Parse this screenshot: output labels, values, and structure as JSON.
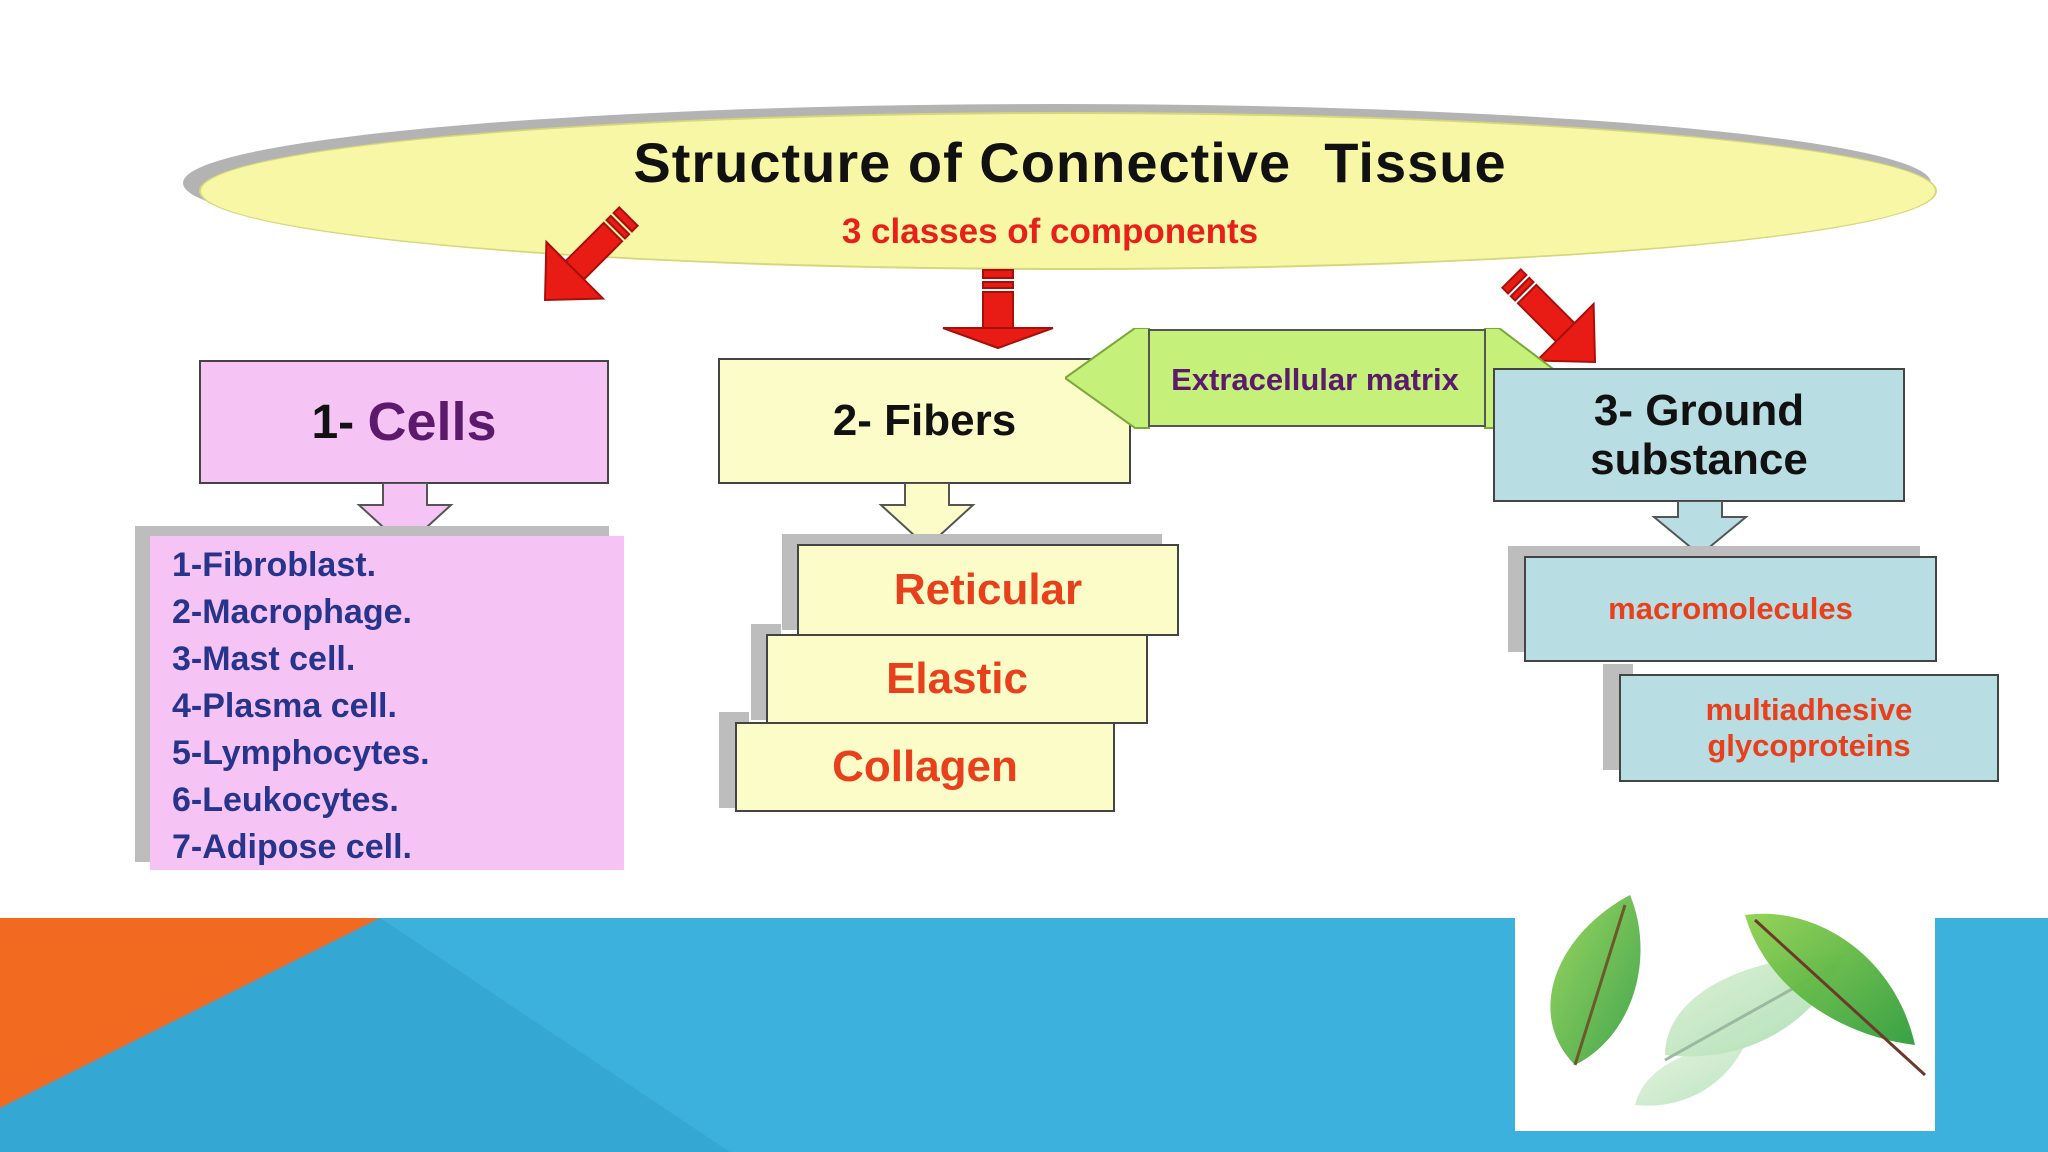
{
  "diagram": {
    "title": "Structure of Connective  Tissue",
    "subtitle": "3 classes of components",
    "extracellular_matrix": "Extracellular matrix",
    "cells": {
      "number": "1- ",
      "label": "Cells",
      "items": [
        "1-Fibroblast.",
        "2-Macrophage.",
        "3-Mast cell.",
        "4-Plasma cell.",
        "5-Lymphocytes.",
        "6-Leukocytes.",
        "7-Adipose cell."
      ]
    },
    "fibers": {
      "label": "2- Fibers",
      "items": [
        "Reticular",
        "Elastic",
        "Collagen"
      ]
    },
    "ground_substance": {
      "label": "3- Ground substance",
      "items": [
        "macromolecules",
        "multiadhesive glycoproteins"
      ]
    }
  },
  "colors": {
    "ellipse_fill": "#f7f7a6",
    "subtitle_red": "#e8201c",
    "cells_fill": "#f5c4f5",
    "cells_purple": "#5b1a6b",
    "cell_items_navy": "#27348b",
    "fibers_fill": "#fcfcc8",
    "fiber_items_orange": "#e8401c",
    "ground_fill": "#b8dde2",
    "matrix_green": "#c5f07a",
    "arrow_red": "#e81c14",
    "footer_blue": "#3db1de",
    "footer_orange": "#f26a1f"
  },
  "icons": {
    "footer_image": "green-leaves-illustration"
  }
}
